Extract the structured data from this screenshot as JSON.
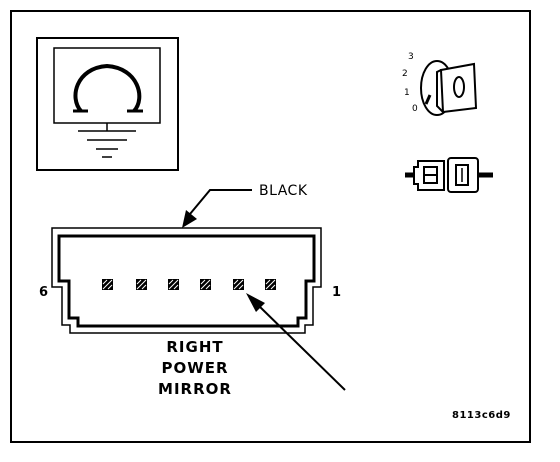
{
  "callout": {
    "color_label": "BLACK"
  },
  "connector": {
    "pin_left": "6",
    "pin_right": "1",
    "cavities": 6
  },
  "title": {
    "line1": "RIGHT",
    "line2": "POWER",
    "line3": "MIRROR"
  },
  "ignition": {
    "positions": [
      "3",
      "2",
      "1",
      "0"
    ]
  },
  "figure_id": "8113c6d9",
  "icons": [
    "ground-symbol-icon",
    "ignition-key-icon",
    "connector-side-view-icon"
  ],
  "colors": {
    "ink": "#000000",
    "background": "#ffffff"
  }
}
